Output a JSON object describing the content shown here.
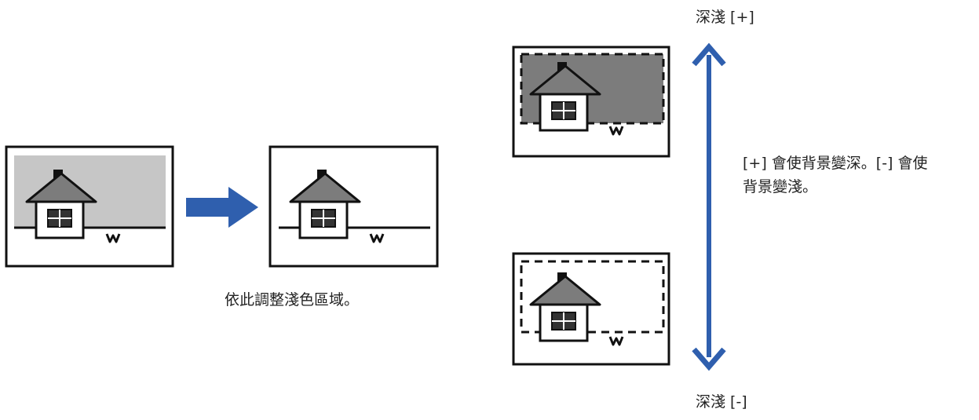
{
  "caption_adjust": "依此調整淺色區域。",
  "label_dark": "深淺 [+]",
  "label_light": "深淺 [-]",
  "description_lines": [
    "[+] 會使背景變深。[-] 會使",
    "背景變淺。"
  ],
  "colors": {
    "arrow_blue": "#2f5fae",
    "light_gray_bg": "#c6c6c6",
    "dark_gray_bg": "#7c7c7c",
    "house_roof": "#7c7c7c",
    "window": "#333333",
    "outline": "#111111"
  }
}
